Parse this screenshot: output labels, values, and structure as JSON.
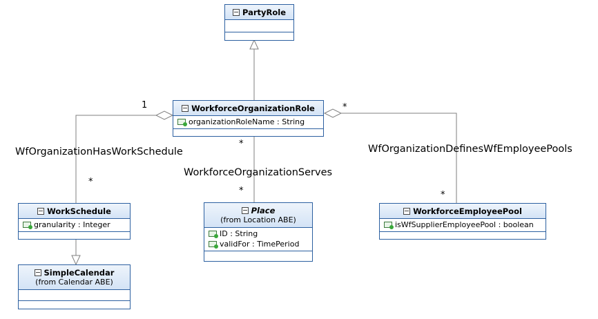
{
  "classes": {
    "party_role": {
      "name": "PartyRole"
    },
    "workforce_org_role": {
      "name": "WorkforceOrganizationRole",
      "attributes": [
        "organizationRoleName : String"
      ]
    },
    "work_schedule": {
      "name": "WorkSchedule",
      "attributes": [
        "granularity : Integer"
      ]
    },
    "place": {
      "name": "Place",
      "stereo": "(from Location ABE)",
      "attributes": [
        "ID : String",
        "validFor : TimePeriod"
      ]
    },
    "employee_pool": {
      "name": "WorkforceEmployeePool",
      "attributes": [
        "isWfSupplierEmployeePool : boolean"
      ]
    },
    "simple_calendar": {
      "name": "SimpleCalendar",
      "stereo": "(from Calendar ABE)"
    }
  },
  "associations": {
    "has_work_schedule": {
      "name": "WfOrganizationHasWorkSchedule",
      "mult_source": "1",
      "mult_target": "*"
    },
    "serves": {
      "name": "WorkforceOrganizationServes",
      "mult_source": "*",
      "mult_target": "*"
    },
    "defines_pools": {
      "name": "WfOrganizationDefinesWfEmployeePools",
      "mult_source": "*",
      "mult_target": "*"
    }
  },
  "colors": {
    "border": "#2b5fa0",
    "header_fill": "#d3e3f6",
    "line": "#7f7f7f"
  }
}
